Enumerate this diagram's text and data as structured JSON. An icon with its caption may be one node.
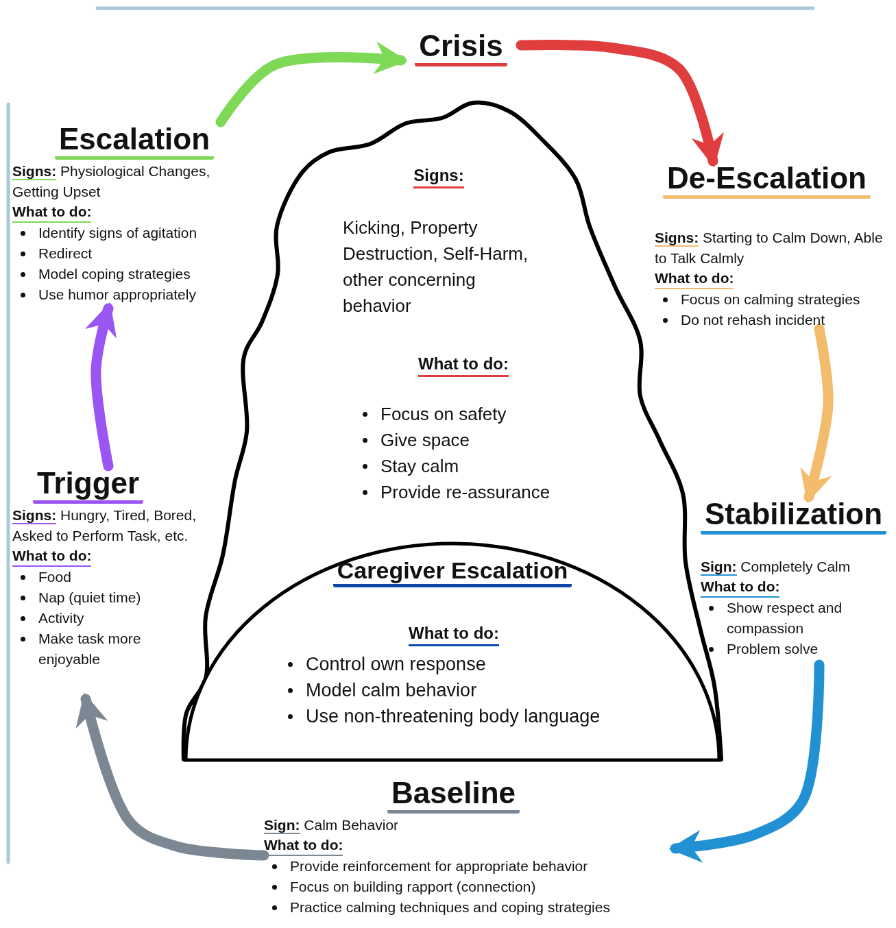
{
  "diagram": {
    "nodes": [
      {
        "text": [
          "Crisis"
        ]
      },
      {
        "text": [
          "Signs:",
          "Kicking, Property Destruction, Self-Harm, other concerning behavior",
          "What to do:",
          "Focus on safety",
          "Give space",
          "Stay calm",
          "Provide re-assurance"
        ]
      },
      {
        "text": [
          "Caregiver Escalation",
          "What to do:",
          "Control own response",
          "Model calm behavior",
          "Use non-threatening body language"
        ],
        "in": 1
      },
      {
        "text": [
          "Escalation",
          "**Signs:** Physiological Changes, Getting Upset",
          "What to do:",
          "Identify signs of agitation",
          "Redirect",
          "Model coping strategies",
          "Use humor appropriately"
        ]
      },
      {
        "text": [
          "De-Escalation",
          "**Signs:** Starting to Calm Down, Able to Talk Calmly",
          "What to do:",
          "Focus on calming strategies",
          "Do not rehash incident"
        ]
      },
      {
        "text": [
          "Trigger",
          "**Signs:** Hungry, Tired, Bored, Asked to Perform Task, etc.",
          "What to do:",
          "Food",
          "Nap (quiet time)",
          "Activity",
          "Make task more enjoyable"
        ]
      },
      {
        "text": [
          "Stabilization",
          "**Sign:** Completely Calm",
          "What to do:",
          "Show respect and compassion",
          "Problem solve"
        ]
      },
      {
        "text": [
          "Baseline",
          "**Sign:** Calm Behavior",
          "What to do:",
          "Provide reinforcement for appropriate behavior",
          "Focus on building rapport (connection)",
          "Practice calming techniques and coping strategies"
        ]
      }
    ],
    "edges": [
      {
        "from": 7,
        "to": 5,
        "arrow": "to",
        "color": "#7b8793"
      },
      {
        "from": 5,
        "to": 3,
        "arrow": "to",
        "color": "#9b55f2"
      },
      {
        "from": 3,
        "to": 0,
        "arrow": "to",
        "color": "#7ed957"
      },
      {
        "from": 0,
        "to": 4,
        "arrow": "to",
        "color": "#e03e3e"
      },
      {
        "from": 4,
        "to": 6,
        "arrow": "to",
        "color": "#f3bb6c"
      },
      {
        "from": 6,
        "to": 7,
        "arrow": "to",
        "color": "#2291d3"
      }
    ]
  }
}
